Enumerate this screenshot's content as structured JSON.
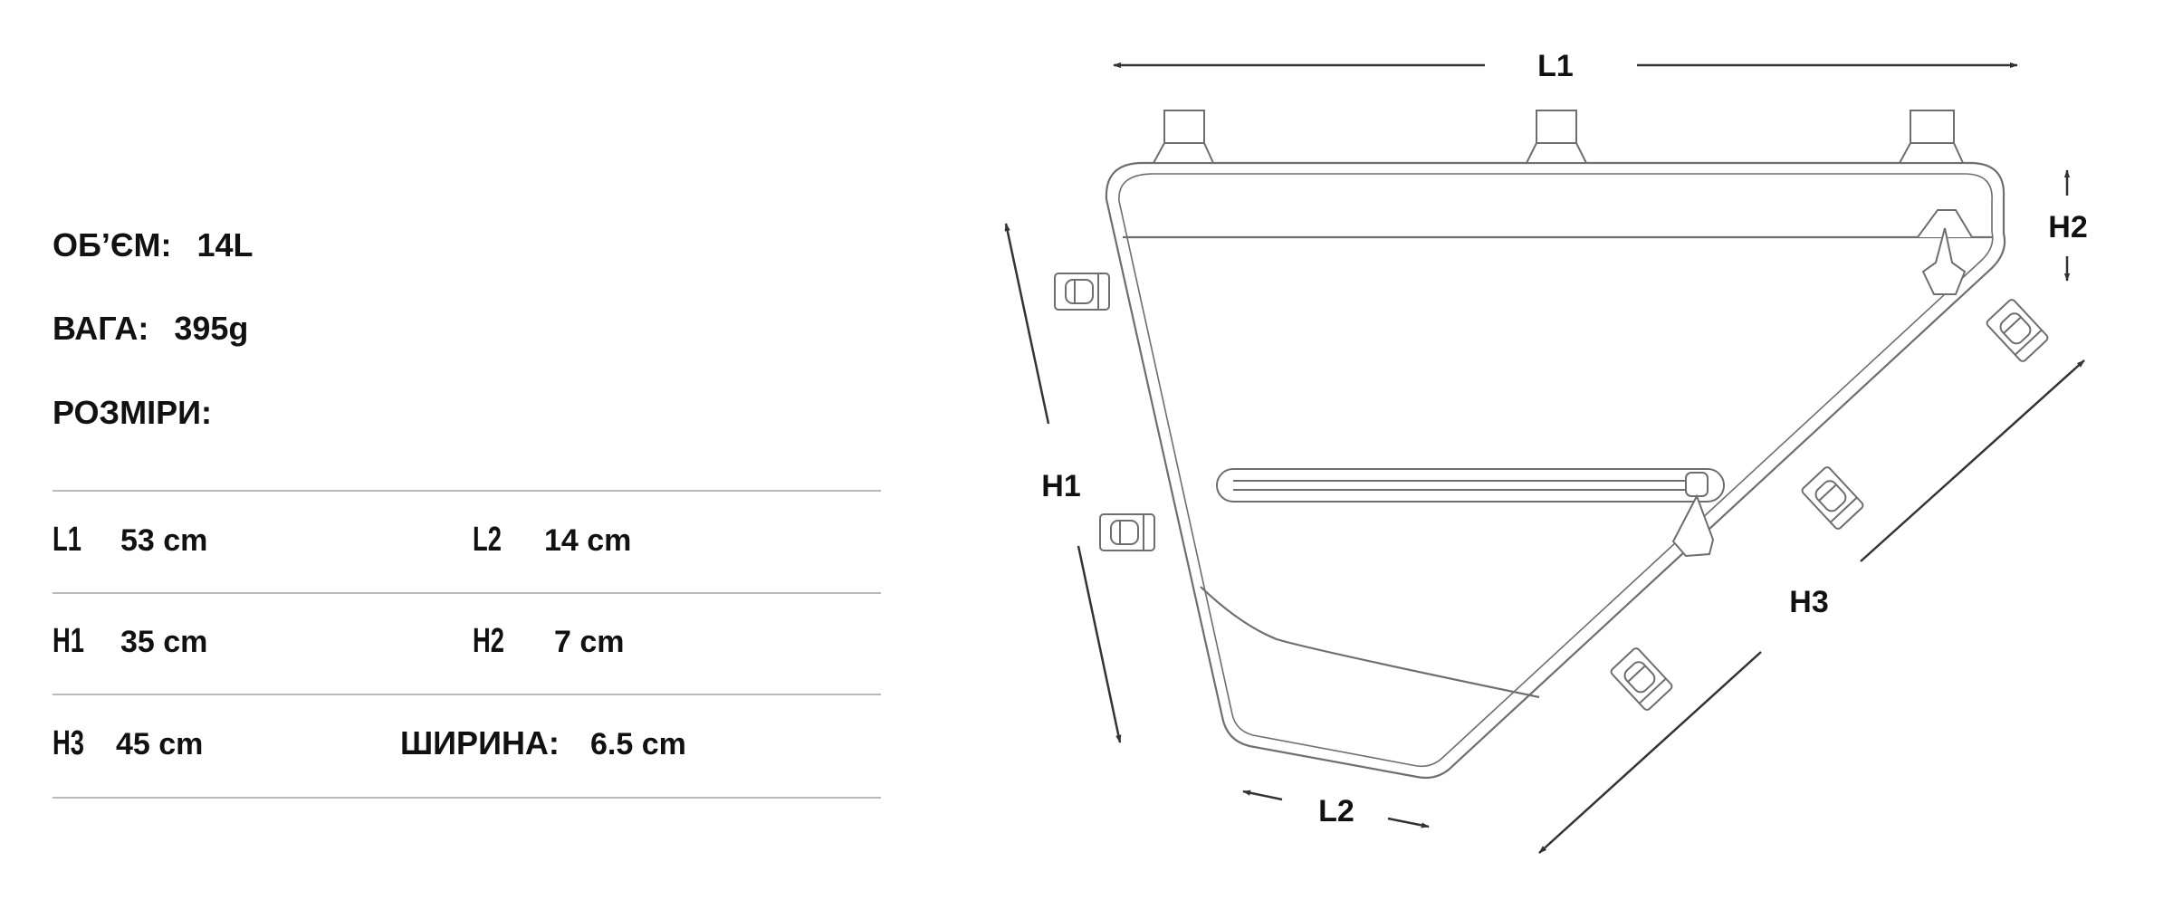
{
  "specs": {
    "volume": {
      "label": "ОБ’ЄМ:",
      "value": "14L"
    },
    "weight": {
      "label": "ВАГА:",
      "value": "395g"
    },
    "dimensions_title": "РОЗМІРИ:"
  },
  "table": {
    "rows": [
      [
        {
          "code": "L1",
          "value": "53 cm"
        },
        {
          "code": "L2",
          "value": "14 cm"
        }
      ],
      [
        {
          "code": "H1",
          "value": "35 cm"
        },
        {
          "code": "H2",
          "value": "7 cm"
        }
      ],
      [
        {
          "code": "H3",
          "value": "45 cm"
        },
        {
          "label": "ШИРИНА:",
          "value": "6.5 cm"
        }
      ]
    ]
  },
  "diagram": {
    "labels": {
      "L1": "L1",
      "L2": "L2",
      "H1": "H1",
      "H2": "H2",
      "H3": "H3"
    }
  },
  "colors": {
    "line": "#6e6e6e",
    "arrow": "#333333",
    "rule": "#b9b9b9"
  }
}
